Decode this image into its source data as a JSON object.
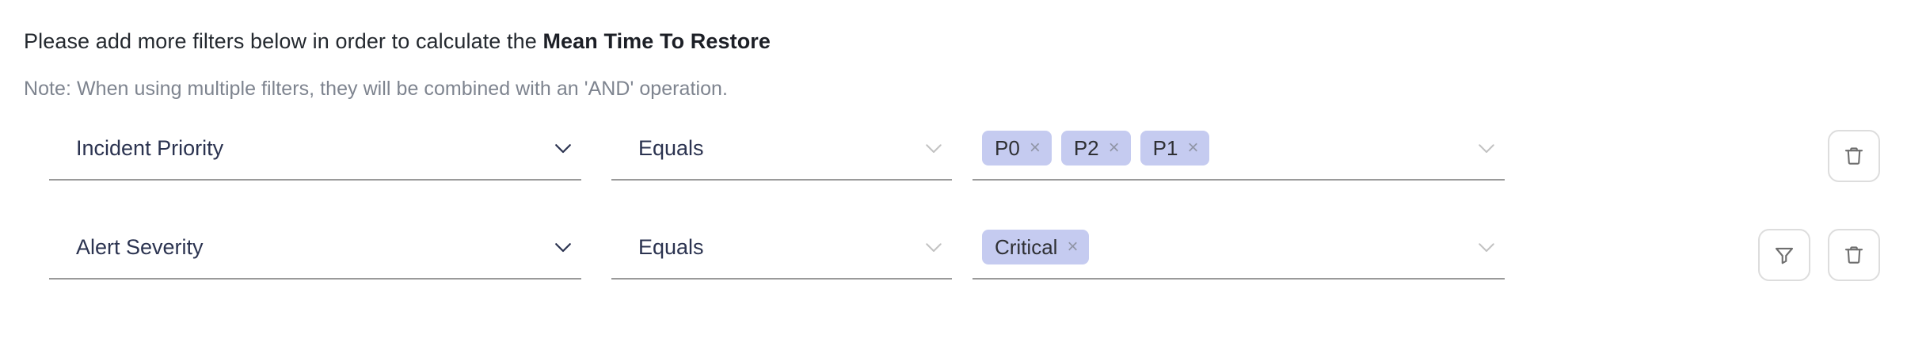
{
  "header": {
    "text_prefix": "Please add more filters below in order to calculate the ",
    "metric_name": "Mean Time To Restore",
    "note": "Note: When using multiple filters, they will be combined with an 'AND' operation."
  },
  "colors": {
    "chip_background": "#c5cbf0",
    "field_text": "#2b3350",
    "note_text": "#7e848f",
    "underline": "#9a9a9a",
    "button_border": "#dddddd",
    "icon_stroke": "#6f6f6f"
  },
  "filters": [
    {
      "field": "Incident Priority",
      "operator": "Equals",
      "values": [
        "P0",
        "P2",
        "P1"
      ],
      "remove_chip_label": "×",
      "actions": [
        "delete-filter-button"
      ]
    },
    {
      "field": "Alert Severity",
      "operator": "Equals",
      "values": [
        "Critical"
      ],
      "remove_chip_label": "×",
      "actions": [
        "add-nested-filter-button",
        "delete-filter-button"
      ]
    }
  ],
  "icons": {
    "field_chevron": "chevron-down-icon",
    "operator_chevron": "chevron-down-icon",
    "value_chevron": "chevron-down-icon",
    "delete": "trash-icon",
    "nested_filter": "funnel-icon"
  }
}
